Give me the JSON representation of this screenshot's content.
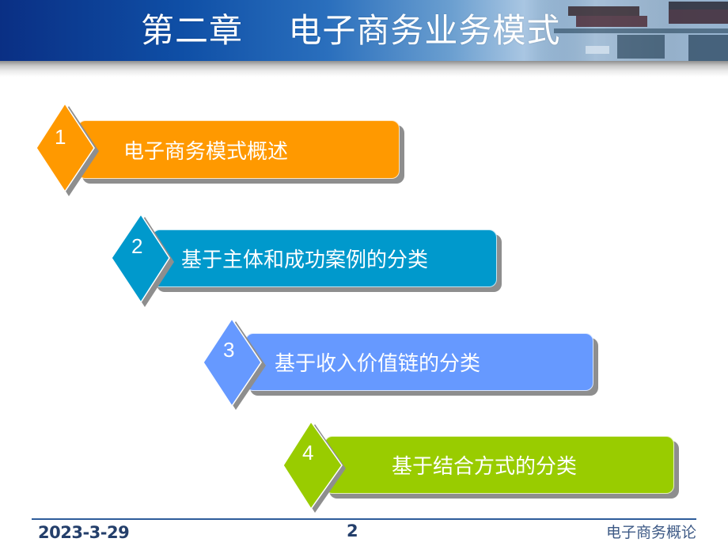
{
  "header": {
    "title": "第二章    电子商务业务模式"
  },
  "items": [
    {
      "number": "1",
      "label": "电子商务模式概述",
      "color": "#ff9900"
    },
    {
      "number": "2",
      "label": "基于主体和成功案例的分类",
      "color": "#0099cc"
    },
    {
      "number": "3",
      "label": "基于收入价值链的分类",
      "color": "#6699ff"
    },
    {
      "number": "4",
      "label": "基于结合方式的分类",
      "color": "#99cc00"
    }
  ],
  "footer": {
    "date": "2023-3-29",
    "page": "2",
    "course": "电子商务概论"
  }
}
